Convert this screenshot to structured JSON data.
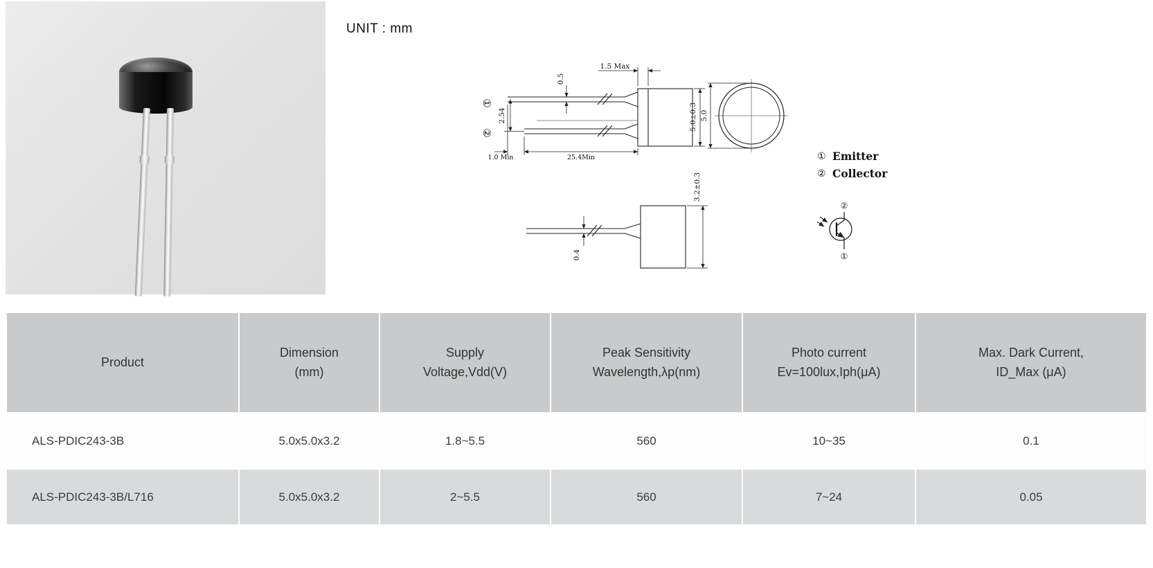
{
  "page": {
    "unit_label": "UNIT : mm"
  },
  "drawing": {
    "dims": {
      "flange": "1.5 Max",
      "lead_thickness": "0.5",
      "pitch": "2.54",
      "stand_off": "1.0 Min",
      "lead_length": "25.4Min",
      "body_height": "5.0±0.3",
      "diameter": "5.0",
      "body_depth": "3.2±0.3",
      "lead_width": "0.4"
    },
    "pin1": "①",
    "pin2": "②",
    "legend": {
      "pin1_symbol": "①",
      "pin1_label": "Emitter",
      "pin2_symbol": "②",
      "pin2_label": "Collector"
    },
    "symbol": {
      "collector": "②",
      "emitter": "①"
    }
  },
  "table": {
    "headers": [
      [
        "Product",
        ""
      ],
      [
        "Dimension",
        "(mm)"
      ],
      [
        "Supply",
        "Voltage,Vdd(V)"
      ],
      [
        "Peak Sensitivity",
        "Wavelength,λp(nm)"
      ],
      [
        "Photo current",
        "Ev=100lux,Iph(μA)"
      ],
      [
        "Max. Dark Current,",
        "ID_Max (μA)"
      ]
    ],
    "rows": [
      [
        "ALS-PDIC243-3B",
        "5.0x5.0x3.2",
        "1.8~5.5",
        "560",
        "10~35",
        "0.1"
      ],
      [
        "ALS-PDIC243-3B/L716",
        "5.0x5.0x3.2",
        "2~5.5",
        "560",
        "7~24",
        "0.05"
      ]
    ]
  }
}
